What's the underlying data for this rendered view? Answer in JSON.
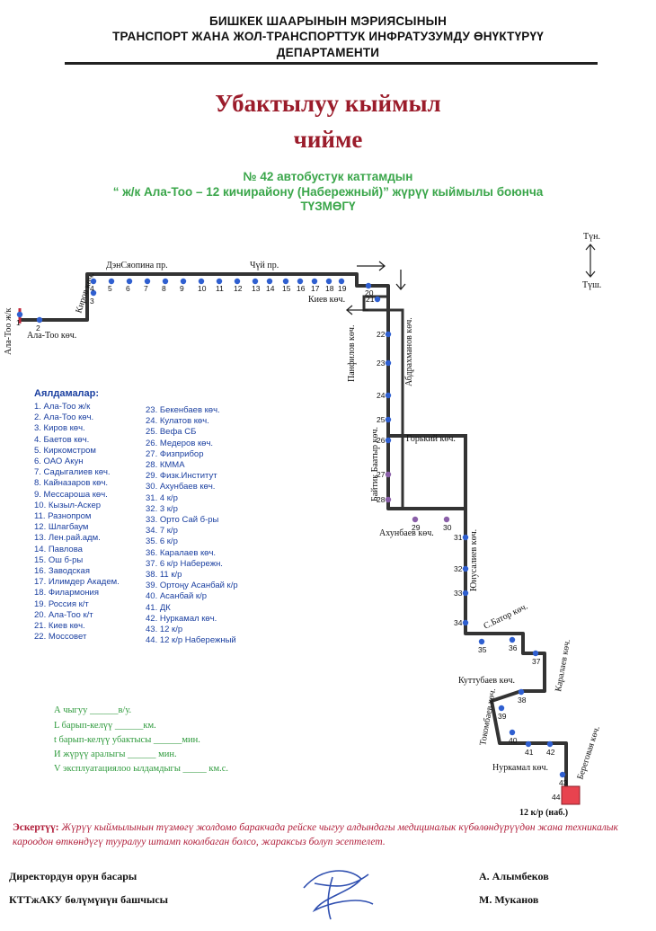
{
  "header": {
    "line1": "БИШКЕК ШААРЫНЫН  МЭРИЯСЫНЫН",
    "line2": "ТРАНСПОРТ ЖАНА ЖОЛ-ТРАНСПОРТТУК ИНФРАТУЗУМДУ ӨНҮКТҮРҮҮ",
    "line3": "ДЕПАРТАМЕНТИ"
  },
  "title": {
    "line1": "Убактылуу кыймыл",
    "line2": "чийме"
  },
  "subtitle": {
    "line1": "№ 42 автобустук каттамдын",
    "line2": "“ ж/к Ала-Тоо – 12   кичирайону (Набережный)” жүрүү кыймылы боюнча",
    "line3": "ТҮЗМӨГҮ"
  },
  "map": {
    "compass": {
      "north": "Түн.",
      "south": "Түш."
    },
    "streets": {
      "dzerzhinsky": "ДэнСяопина пр.",
      "chui": "Чүй пр.",
      "kirov": "Киров көч.",
      "kiev": "Киев көч.",
      "alatoo": "Ала-Тоо көч.",
      "alatoo_zh": "Ала-Тоо ж/к",
      "panfilov": "Панфилов көч.",
      "abdrakhmanov": "Абдрахманов көч.",
      "gorky": "Горький көч.",
      "baitik": "Байтик Баатыр көч.",
      "akhunbaev": "Ахунбаев көч.",
      "yunusaliev": "Юнусалиев көч.",
      "sbator": "С.Батор көч.",
      "karalaev": "Каралаев көч.",
      "kuttubaev": "Куттубаев көч.",
      "tokombaev": "Токомбаев көч.",
      "nurkamal": "Нуркамал көч.",
      "berezhnaya": "Береговая көч.",
      "terminal": "12 к/р (наб.)"
    }
  },
  "legend": {
    "title": "Аялдамалар:",
    "col1": [
      "1. Ала-Тоо ж/к",
      "2. Ала-Тоо көч.",
      "3. Киров көч.",
      "4. Баетов көч.",
      "5. Киркомстром",
      "6. ОАО Акун",
      "7. Садыгалиев көч.",
      "8. Кайназаров көч.",
      "9. Мессароша көч.",
      "10. Кызыл-Аскер",
      "11. Разнопром",
      "12. Шлагбаум",
      "13. Лен.рай.адм.",
      "14. Павлова",
      "15. Ош б-ры",
      "16. Заводская",
      "17. Илимдер Академ.",
      "18. Филармония",
      "19. Россия к/т",
      "20. Ала-Тоо к/т",
      "21. Киев көч.",
      "22. Моссовет"
    ],
    "col2": [
      "23. Бекенбаев көч.",
      "24. Кулатов көч.",
      "25. Вефа СБ",
      "26. Медеров көч.",
      "27. Физприбор",
      "28. КММА",
      "29. Физк.Институт",
      "30. Ахунбаев көч.",
      "31. 4 к/р",
      "32. 3 к/р",
      "33. Орто Сай б-ры",
      "34. 7 к/р",
      "35. 6 к/р",
      "36. Каралаев көч.",
      "37. 6 к/р Набережн.",
      "38. 11 к/р",
      "39. Ортоңу Асанбай к/р",
      "40. Асанбай к/р",
      "41. ДК",
      "42. Нуркамал көч.",
      "43. 12 к/р",
      "44. 12 к/р Набережный"
    ]
  },
  "stats": {
    "line1": "А чыгуу  ______в/у.",
    "line2": "L барып-келүү  ______км.",
    "line3": "t барып-келүү убактысы ______мин.",
    "line4": "И жүрүү аралыгы  ______  мин.",
    "line5": "V эксплуатациялоо ылдамдыгы _____ км.с."
  },
  "note": {
    "label": "Эскертүү:",
    "text": " Жүрүү кыймылынын түзмөгү жолдомо баракчада рейске чыгуу алдындагы медициналык күбөлөндүрүүдөн жана техникалык кароодон өткөндүгү тууралуу штамп коюлбаган болсо, жараксыз болуп эсептелет."
  },
  "signatures": {
    "role1": "Директордун орун басары",
    "name1": "А. Алымбеков",
    "role2": "КТТжАКУ  бөлүмүнүн башчысы",
    "name2": "М. Муканов"
  },
  "colors": {
    "title": "#9b1c2b",
    "subtitle": "#3aa64a",
    "legend": "#1a3fa0",
    "stats": "#2e9a3c",
    "note": "#b01e3a",
    "stop": "#2f5fd0",
    "route": "#333333",
    "terminal": "#e8434f"
  }
}
